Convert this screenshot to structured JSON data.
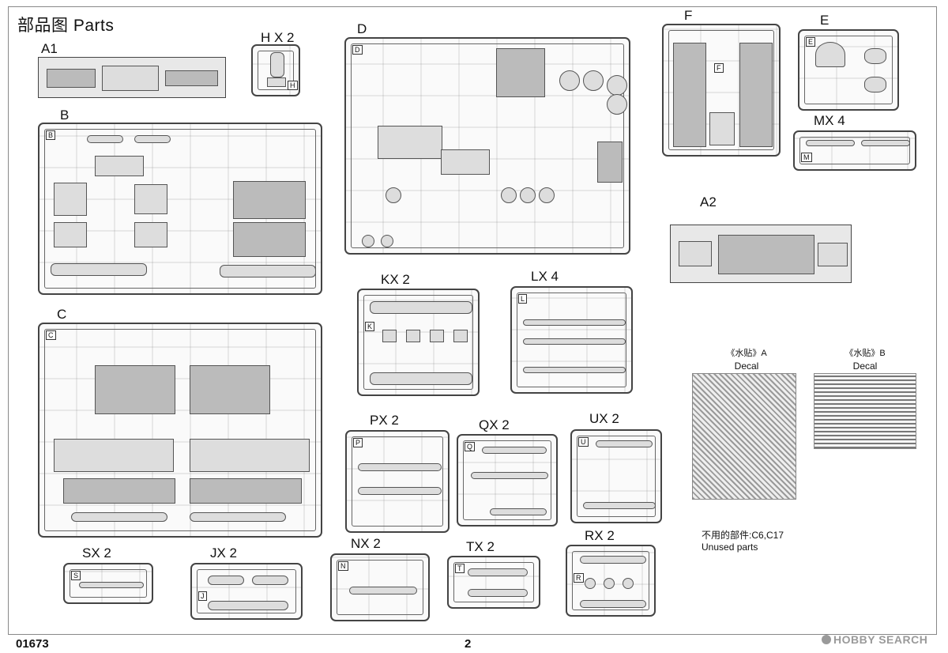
{
  "page": {
    "title": "部品图  Parts",
    "code": "01673",
    "number": "2"
  },
  "labels": {
    "A1": "A1",
    "H": "H X 2",
    "B": "B",
    "C": "C",
    "D": "D",
    "F": "F",
    "E": "E",
    "MX": "MX 4",
    "A2": "A2",
    "KX": "KX 2",
    "LX": "LX 4",
    "PX": "PX 2",
    "QX": "QX 2",
    "UX": "UX 2",
    "SX": "SX 2",
    "JX": "JX 2",
    "NX": "NX 2",
    "TX": "TX 2",
    "RX": "RX 2"
  },
  "sprue_letters": {
    "H": "H",
    "B": "B",
    "C": "C",
    "D": "D",
    "F": "F",
    "E": "E",
    "M": "M",
    "K": "K",
    "L": "L",
    "P": "P",
    "Q": "Q",
    "U": "U",
    "S": "S",
    "J": "J",
    "N": "N",
    "T": "T",
    "R": "R"
  },
  "decals": {
    "a_title": "《水贴》A",
    "a_sub": "Decal",
    "b_title": "《水贴》B",
    "b_sub": "Decal"
  },
  "unused": {
    "line1": "不用的部件:C6,C17",
    "line2": "Unused parts"
  },
  "watermark": "HOBBY SEARCH"
}
